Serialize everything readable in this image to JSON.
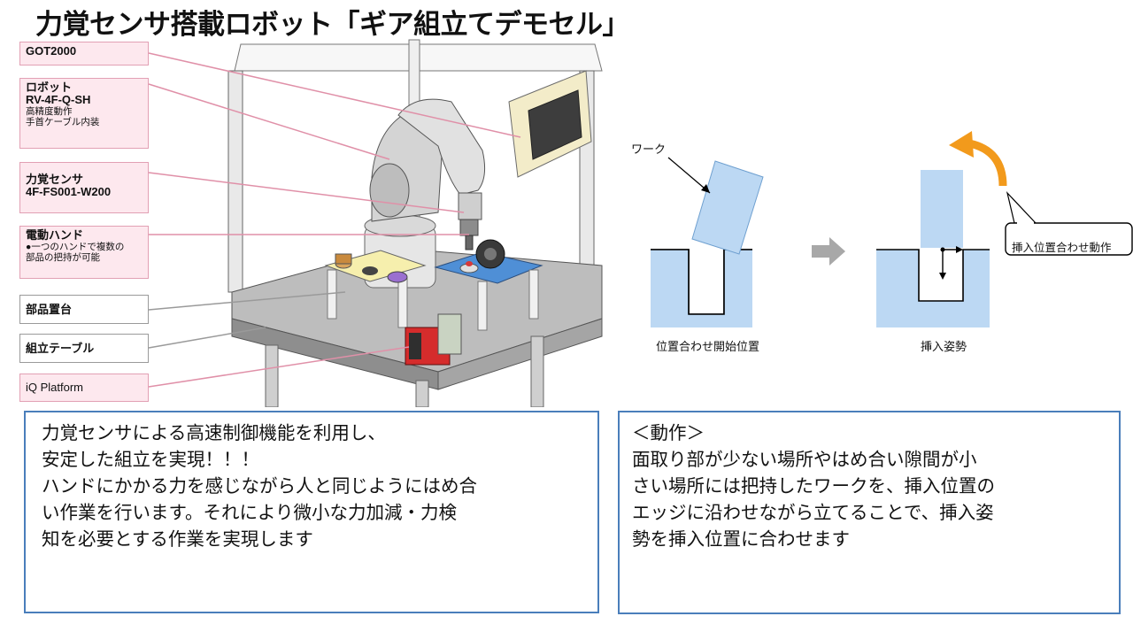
{
  "title": "力覚センサ搭載ロボット「ギア組立てデモセル」",
  "callouts": [
    {
      "main": "GOT2000"
    },
    {
      "main": "ロボット",
      "line2": "RV-4F-Q-SH",
      "sub1": "高精度動作",
      "sub2": "手首ケーブル内装"
    },
    {
      "main": "力覚センサ",
      "line2": "4F-FS001-W200"
    },
    {
      "main": "電動ハンド",
      "sub1": "●一つのハンドで複数の",
      "sub2": "部品の把持が可能"
    },
    {
      "main": "部品置台"
    },
    {
      "main": "組立テーブル"
    },
    {
      "main": "iQ Platform"
    }
  ],
  "diagram": {
    "work_label": "ワーク",
    "start_label": "位置合わせ開始位置",
    "insert_label": "挿入姿勢",
    "bubble_label": "挿入位置合わせ動作"
  },
  "left_box": {
    "lines": [
      "力覚センサによる高速制御機能を利用し、",
      "安定した組立を実現！！！",
      "ハンドにかかる力を感じながら人と同じようにはめ合",
      "い作業を行います。それにより微小な力加減・力検",
      "知を必要とする作業を実現します"
    ]
  },
  "right_box": {
    "lines": [
      "＜動作＞",
      "面取り部が少ない場所やはめ合い隙間が小",
      "さい場所には把持したワークを、挿入位置の",
      "エッジに沿わせながら立てることで、挿入姿",
      "勢を挿入位置に合わせます"
    ]
  },
  "colors": {
    "accent_blue": "#4a7ebb",
    "work_blue": "#bcd8f3",
    "arrow_orange": "#f29a1c",
    "callout_pink": "#fde8ee"
  }
}
